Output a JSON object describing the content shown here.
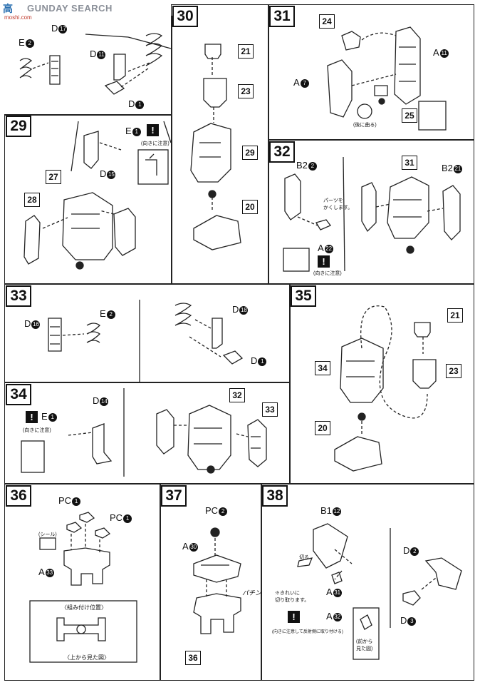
{
  "watermark": {
    "logo": "高",
    "site": "GUNDAY SEARCH",
    "domain": "moshi.com"
  },
  "steps": {
    "s29": "29",
    "s30": "30",
    "s31": "31",
    "s32": "32",
    "s33": "33",
    "s34": "34",
    "s35": "35",
    "s36": "36",
    "s37": "37",
    "s38": "38"
  },
  "parts": {
    "top_e2": "E",
    "top_e2_n": "2",
    "top_d17": "D",
    "top_d17_n": "17",
    "top_d11": "D",
    "top_d11_n": "11",
    "top_d1": "D",
    "top_d1_n": "1",
    "p29_e1": "E",
    "p29_e1_n": "1",
    "p29_d15": "D",
    "p29_d15_n": "15",
    "p29_27": "27",
    "p29_28": "28",
    "p30_21": "21",
    "p30_23": "23",
    "p30_29": "29",
    "p30_20": "20",
    "p31_24": "24",
    "p31_a11": "A",
    "p31_a11_n": "11",
    "p31_a7": "A",
    "p31_a7_n": "7",
    "p31_25": "25",
    "p32_b22": "B2",
    "p32_b22_n": "2",
    "p32_31": "31",
    "p32_b221": "B2",
    "p32_b221_n": "21",
    "p32_a22": "A",
    "p32_a22_n": "22",
    "p33_d16": "D",
    "p33_d16_n": "16",
    "p33_e2": "E",
    "p33_e2_n": "2",
    "p33_d18": "D",
    "p33_d18_n": "18",
    "p33_d1": "D",
    "p33_d1_n": "1",
    "p34_e1": "E",
    "p34_e1_n": "1",
    "p34_d14": "D",
    "p34_d14_n": "14",
    "p34_32": "32",
    "p34_33": "33",
    "p35_21": "21",
    "p35_34": "34",
    "p35_23": "23",
    "p35_20": "20",
    "p36_pc1a": "PC",
    "p36_pc1a_n": "1",
    "p36_pc1b": "PC",
    "p36_pc1b_n": "1",
    "p36_a33": "A",
    "p36_a33_n": "33",
    "p37_pc2": "PC",
    "p37_pc2_n": "2",
    "p37_a30": "A",
    "p37_a30_n": "30",
    "p37_36": "36",
    "p38_b112": "B1",
    "p38_b112_n": "12",
    "p38_d2": "D",
    "p38_d2_n": "2",
    "p38_d3": "D",
    "p38_d3_n": "3",
    "p38_a31": "A",
    "p38_a31_n": "31",
    "p38_a32": "A",
    "p38_a32_n": "32"
  },
  "notes": {
    "p29_orient": "(向きに注意)",
    "p31_bend": "(後に曲る)",
    "p32_tuck": "パーツを\nかくします。",
    "p32_orient": "(向きに注意)",
    "p34_orient": "(向きに注意)",
    "p36_seal": "(シール)",
    "p36_assembled": "〈組み付け位置〉",
    "p36_topview": "〈上から見た図〉",
    "p37_click": "パチン",
    "p38_cut": "切る",
    "p38_careful": "※きれいに\n切り取ります。",
    "p38_note2": "(向きに注意して反射側に取り付ける)",
    "p38_frontview": "(前から\n見た図)"
  },
  "warn_symbol": "!"
}
